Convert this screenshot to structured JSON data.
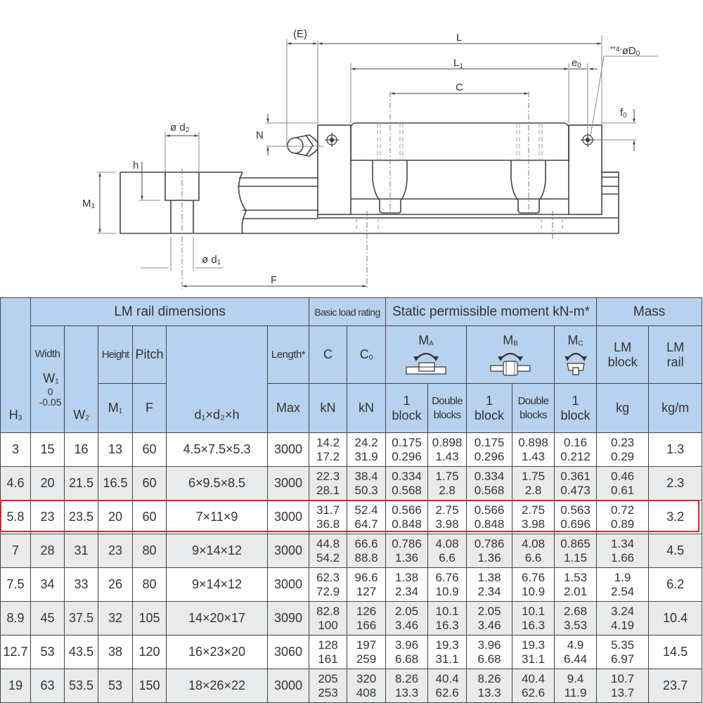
{
  "drawing": {
    "labels": {
      "E": "(E)",
      "L": "L",
      "L1": "L",
      "L1_sub": "1",
      "C": "C",
      "e0": "e",
      "e0_sub": "0",
      "D0_note": "**4-",
      "D0_phi": "ø",
      "D0": "D",
      "D0_sub": "0",
      "f0": "f",
      "f0_sub": "0",
      "N": "N",
      "phi_d2": "ø d",
      "phi_d2_sub": "2",
      "h": "h",
      "M1": "M",
      "M1_sub": "1",
      "phi_d1": "ø d",
      "phi_d1_sub": "1",
      "F": "F"
    }
  },
  "table": {
    "group_headers": {
      "rail_dims": "LM rail dimensions",
      "basic_load": "Basic load rating",
      "static_moment": "Static permissible moment kN-m*",
      "mass": "Mass"
    },
    "sub_headers": {
      "width": "Width",
      "height": "Height",
      "pitch": "Pitch",
      "length": "Length*",
      "C": "C",
      "C0": "C",
      "C0_sub": "0",
      "MA": "M",
      "MA_sub": "A",
      "MB": "M",
      "MB_sub": "B",
      "MC": "M",
      "MC_sub": "C",
      "lm_block": "LM block",
      "lm_rail": "LM rail"
    },
    "unit_headers": {
      "H3": "H",
      "H3_sub": "3",
      "W1": "W",
      "W1_sub": "1",
      "W1_tol_upper": "0",
      "W1_tol_lower": "-0.05",
      "W2": "W",
      "W2_sub": "2",
      "M1": "M",
      "M1_sub": "1",
      "F": "F",
      "d1d2h": "d₁×d₂×h",
      "max": "Max",
      "kN_C": "kN",
      "kN_C0": "kN",
      "ma_1": "1 block",
      "ma_2": "Double blocks",
      "mb_1": "1 block",
      "mb_2": "Double blocks",
      "mc_1": "1 block",
      "kg": "kg",
      "kgm": "kg/m"
    },
    "highlight_color": "#d9262c",
    "header_color": "#b7d1ee",
    "highlighted_row_index": 2,
    "rows": [
      {
        "H3": "3",
        "W1": "15",
        "W2": "16",
        "M1": "13",
        "F": "60",
        "d": "4.5×7.5×5.3",
        "max": "3000",
        "C": [
          "14.2",
          "17.2"
        ],
        "C0": [
          "24.2",
          "31.9"
        ],
        "MA1": [
          "0.175",
          "0.296"
        ],
        "MA2": [
          "0.898",
          "1.43"
        ],
        "MB1": [
          "0.175",
          "0.296"
        ],
        "MB2": [
          "0.898",
          "1.43"
        ],
        "MC1": [
          "0.16",
          "0.212"
        ],
        "block": [
          "0.23",
          "0.29"
        ],
        "rail": "1.3"
      },
      {
        "H3": "4.6",
        "W1": "20",
        "W2": "21.5",
        "M1": "16.5",
        "F": "60",
        "d": "6×9.5×8.5",
        "max": "3000",
        "C": [
          "22.3",
          "28.1"
        ],
        "C0": [
          "38.4",
          "50.3"
        ],
        "MA1": [
          "0.334",
          "0.568"
        ],
        "MA2": [
          "1.75",
          "2.8"
        ],
        "MB1": [
          "0.334",
          "0.568"
        ],
        "MB2": [
          "1.75",
          "2.8"
        ],
        "MC1": [
          "0.361",
          "0.473"
        ],
        "block": [
          "0.46",
          "0.61"
        ],
        "rail": "2.3"
      },
      {
        "H3": "5.8",
        "W1": "23",
        "W2": "23.5",
        "M1": "20",
        "F": "60",
        "d": "7×11×9",
        "max": "3000",
        "C": [
          "31.7",
          "36.8"
        ],
        "C0": [
          "52.4",
          "64.7"
        ],
        "MA1": [
          "0.566",
          "0.848"
        ],
        "MA2": [
          "2.75",
          "3.98"
        ],
        "MB1": [
          "0.566",
          "0.848"
        ],
        "MB2": [
          "2.75",
          "3.98"
        ],
        "MC1": [
          "0.563",
          "0.696"
        ],
        "block": [
          "0.72",
          "0.89"
        ],
        "rail": "3.2"
      },
      {
        "H3": "7",
        "W1": "28",
        "W2": "31",
        "M1": "23",
        "F": "80",
        "d": "9×14×12",
        "max": "3000",
        "C": [
          "44.8",
          "54.2"
        ],
        "C0": [
          "66.6",
          "88.8"
        ],
        "MA1": [
          "0.786",
          "1.36"
        ],
        "MA2": [
          "4.08",
          "6.6"
        ],
        "MB1": [
          "0.786",
          "1.36"
        ],
        "MB2": [
          "4.08",
          "6.6"
        ],
        "MC1": [
          "0.865",
          "1.15"
        ],
        "block": [
          "1.34",
          "1.66"
        ],
        "rail": "4.5"
      },
      {
        "H3": "7.5",
        "W1": "34",
        "W2": "33",
        "M1": "26",
        "F": "80",
        "d": "9×14×12",
        "max": "3000",
        "C": [
          "62.3",
          "72.9"
        ],
        "C0": [
          "96.6",
          "127"
        ],
        "MA1": [
          "1.38",
          "2.34"
        ],
        "MA2": [
          "6.76",
          "10.9"
        ],
        "MB1": [
          "1.38",
          "2.34"
        ],
        "MB2": [
          "6.76",
          "10.9"
        ],
        "MC1": [
          "1.53",
          "2.01"
        ],
        "block": [
          "1.9",
          "2.54"
        ],
        "rail": "6.2"
      },
      {
        "H3": "8.9",
        "W1": "45",
        "W2": "37.5",
        "M1": "32",
        "F": "105",
        "d": "14×20×17",
        "max": "3090",
        "C": [
          "82.8",
          "100"
        ],
        "C0": [
          "126",
          "166"
        ],
        "MA1": [
          "2.05",
          "3.46"
        ],
        "MA2": [
          "10.1",
          "16.3"
        ],
        "MB1": [
          "2.05",
          "3.46"
        ],
        "MB2": [
          "10.1",
          "16.3"
        ],
        "MC1": [
          "2.68",
          "3.53"
        ],
        "block": [
          "3.24",
          "4.19"
        ],
        "rail": "10.4"
      },
      {
        "H3": "12.7",
        "W1": "53",
        "W2": "43.5",
        "M1": "38",
        "F": "120",
        "d": "16×23×20",
        "max": "3060",
        "C": [
          "128",
          "161"
        ],
        "C0": [
          "197",
          "259"
        ],
        "MA1": [
          "3.96",
          "6.68"
        ],
        "MA2": [
          "19.3",
          "31.1"
        ],
        "MB1": [
          "3.96",
          "6.68"
        ],
        "MB2": [
          "19.3",
          "31.1"
        ],
        "MC1": [
          "4.9",
          "6.44"
        ],
        "block": [
          "5.35",
          "6.97"
        ],
        "rail": "14.5"
      },
      {
        "H3": "19",
        "W1": "63",
        "W2": "53.5",
        "M1": "53",
        "F": "150",
        "d": "18×26×22",
        "max": "3000",
        "C": [
          "205",
          "253"
        ],
        "C0": [
          "320",
          "408"
        ],
        "MA1": [
          "8.26",
          "13.3"
        ],
        "MA2": [
          "40.4",
          "62.6"
        ],
        "MB1": [
          "8.26",
          "13.3"
        ],
        "MB2": [
          "40.4",
          "62.6"
        ],
        "MC1": [
          "9.4",
          "11.9"
        ],
        "block": [
          "10.7",
          "13.7"
        ],
        "rail": "23.7"
      }
    ]
  }
}
